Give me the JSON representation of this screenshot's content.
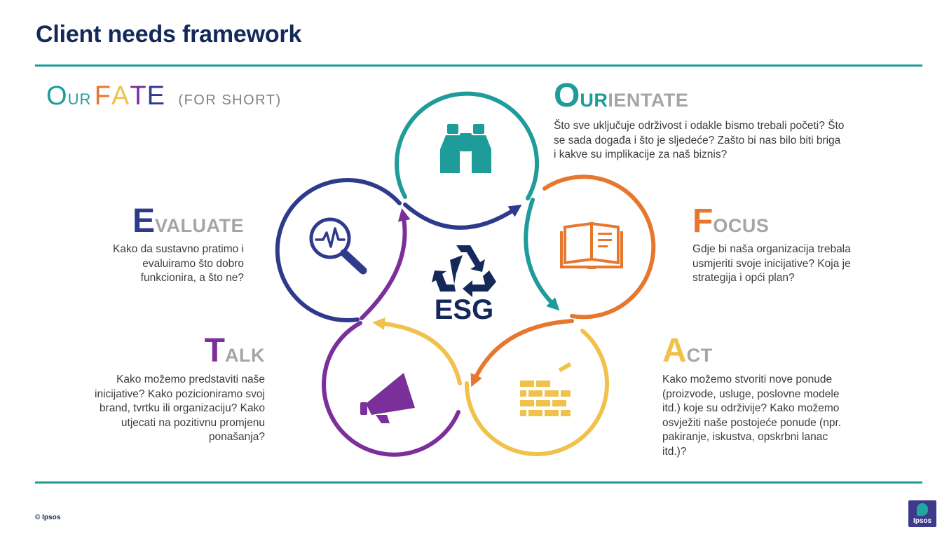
{
  "header": {
    "title": "Client needs framework"
  },
  "acronym": {
    "letters": [
      {
        "text": "O",
        "color": "#1e9c9a",
        "size": "big"
      },
      {
        "text": "UR",
        "color": "#1e9c9a",
        "size": "small"
      },
      {
        "text": "F",
        "color": "#e8772e",
        "size": "big"
      },
      {
        "text": "A",
        "color": "#f0c24b",
        "size": "big"
      },
      {
        "text": "T",
        "color": "#7a2f9a",
        "size": "big"
      },
      {
        "text": "E",
        "color": "#2e3a8c",
        "size": "big"
      }
    ],
    "note": "(FOR SHORT)"
  },
  "stages": [
    {
      "id": "ourientate",
      "initial": "O",
      "rest": "URIENTATE",
      "color": "#1e9c9a",
      "icon": "binoculars-icon",
      "lines": [
        "Što sve uključuje održivost i odakle bismo trebali početi? Što",
        "se sada događa i što je sljedeće? Zašto bi nas bilo biti briga",
        "i kakve su implikacije za naš biznis?"
      ]
    },
    {
      "id": "focus",
      "initial": "F",
      "rest": "OCUS",
      "color": "#e8772e",
      "icon": "open-book-icon",
      "lines": [
        "Gdje bi naša organizacija trebala",
        "usmjeriti svoje inicijative? Koja je",
        "strategija i opći plan?"
      ]
    },
    {
      "id": "act",
      "initial": "A",
      "rest": "CT",
      "color": "#f0c24b",
      "icon": "brick-wall-icon",
      "lines": [
        "Kako možemo stvoriti nove ponude",
        "(proizvode, usluge, poslovne modele",
        "itd.) koje su održivije? Kako možemo",
        "osvježiti naše postojeće ponude (npr.",
        "pakiranje, iskustva, opskrbni lanac",
        "itd.)?"
      ]
    },
    {
      "id": "talk",
      "initial": "T",
      "rest": "ALK",
      "color": "#7a2f9a",
      "icon": "megaphone-icon",
      "lines": [
        "Kako možemo predstaviti naše",
        "inicijative? Kako pozicioniramo svoj",
        "brand, tvrtku ili organizaciju? Kako",
        "utjecati na pozitivnu promjenu",
        "ponašanja?"
      ]
    },
    {
      "id": "evaluate",
      "initial": "E",
      "rest": "VALUATE",
      "color": "#2e3a8c",
      "icon": "magnifier-pulse-icon",
      "lines": [
        "Kako da sustavno pratimo i",
        "evaluiramo što dobro",
        "funkcionira, a što ne?"
      ]
    }
  ],
  "center": {
    "label": "ESG",
    "icon": "recycle-icon",
    "color": "#14285a"
  },
  "footer": {
    "copyright": "© Ipsos",
    "logo_text": "Ipsos",
    "logo_color": "#3d3a8c",
    "logo_accent": "#1fa7a0"
  }
}
